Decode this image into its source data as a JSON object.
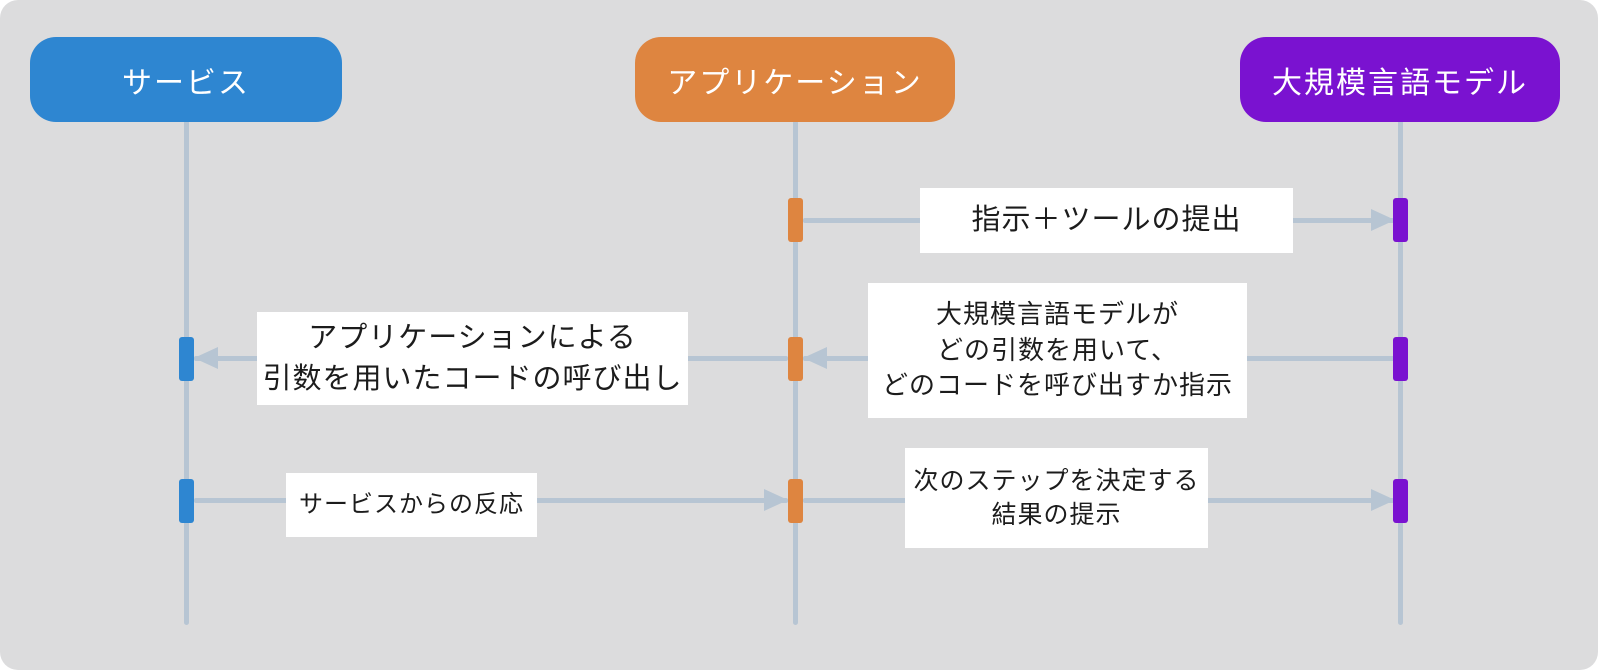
{
  "diagram_type": "sequence-diagram",
  "colors": {
    "background": "#dcdcdd",
    "frame": "#ffffff",
    "service_accent": "#2e86d1",
    "application_accent": "#de8540",
    "llm_accent": "#7a12d0",
    "lifeline_and_arrows": "#b7c5d3",
    "message_label_background": "#ffffff",
    "message_label_text": "#1c1c1c",
    "actor_label_text": "#ffffff"
  },
  "actors": [
    {
      "id": "service",
      "label": "サービス"
    },
    {
      "id": "application",
      "label": "アプリケーション"
    },
    {
      "id": "llm",
      "label": "大規模言語モデル"
    }
  ],
  "messages": [
    {
      "from": "アプリケーション",
      "to": "大規模言語モデル",
      "direction": "right",
      "lines": [
        "指示＋ツールの提出"
      ]
    },
    {
      "from": "大規模言語モデル",
      "to": "アプリケーション",
      "direction": "left",
      "lines": [
        "大規模言語モデルが",
        "どの引数を用いて、",
        "どのコードを呼び出すか指示"
      ]
    },
    {
      "from": "アプリケーション",
      "to": "サービス",
      "direction": "left",
      "lines": [
        "アプリケーションによる",
        "引数を用いたコードの呼び出し"
      ]
    },
    {
      "from": "サービス",
      "to": "アプリケーション",
      "direction": "right",
      "lines": [
        "サービスからの反応"
      ]
    },
    {
      "from": "アプリケーション",
      "to": "大規模言語モデル",
      "direction": "right",
      "lines": [
        "次のステップを決定する",
        "結果の提示"
      ]
    }
  ]
}
